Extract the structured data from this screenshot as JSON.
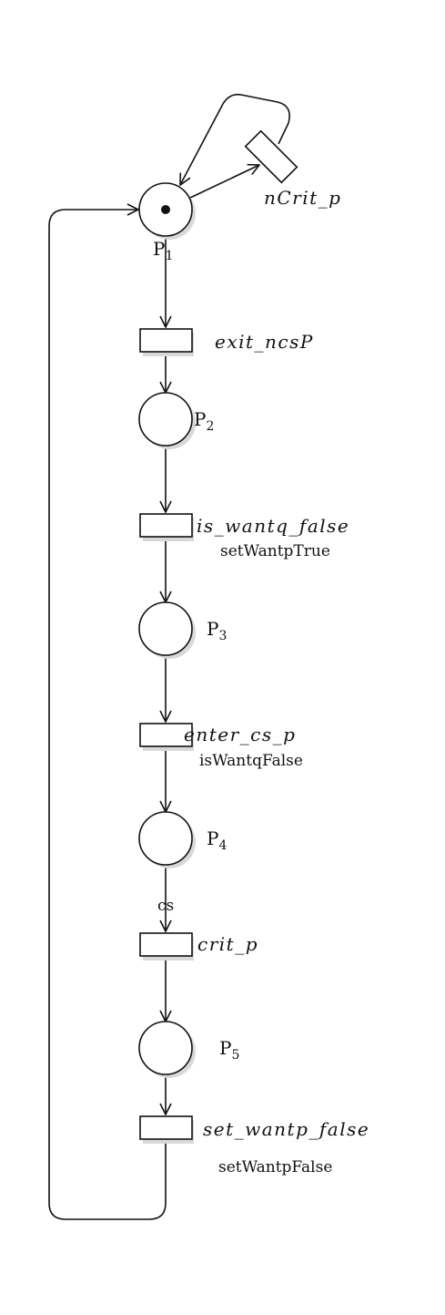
{
  "diagram": {
    "type": "petri-net",
    "places": [
      {
        "id": "P1",
        "base": "P",
        "sub": "1",
        "tokens": 1
      },
      {
        "id": "P2",
        "base": "P",
        "sub": "2",
        "tokens": 0
      },
      {
        "id": "P3",
        "base": "P",
        "sub": "3",
        "tokens": 0
      },
      {
        "id": "P4",
        "base": "P",
        "sub": "4",
        "tokens": 0
      },
      {
        "id": "P5",
        "base": "P",
        "sub": "5",
        "tokens": 0
      }
    ],
    "transitions": [
      {
        "id": "nCrit_p",
        "name": "nCrit_p",
        "guard": ""
      },
      {
        "id": "exit_ncsP",
        "name": "exit_ncsP",
        "guard": ""
      },
      {
        "id": "is_wantq_false",
        "name": "is_wantq_false",
        "guard": "setWantpTrue"
      },
      {
        "id": "enter_cs_p",
        "name": "enter_cs_p",
        "guard": "isWantqFalse"
      },
      {
        "id": "crit_p",
        "name": "crit_p",
        "guard": ""
      },
      {
        "id": "set_wantp_false",
        "name": "set_wantp_false",
        "guard": "setWantpFalse"
      }
    ],
    "arc_labels": [
      {
        "from": "P4",
        "to": "crit_p",
        "label": "cs"
      }
    ],
    "arcs": [
      {
        "from": "P1",
        "to": "nCrit_p"
      },
      {
        "from": "nCrit_p",
        "to": "P1"
      },
      {
        "from": "P1",
        "to": "exit_ncsP"
      },
      {
        "from": "exit_ncsP",
        "to": "P2"
      },
      {
        "from": "P2",
        "to": "is_wantq_false"
      },
      {
        "from": "is_wantq_false",
        "to": "P3"
      },
      {
        "from": "P3",
        "to": "enter_cs_p"
      },
      {
        "from": "enter_cs_p",
        "to": "P4"
      },
      {
        "from": "P4",
        "to": "crit_p"
      },
      {
        "from": "crit_p",
        "to": "P5"
      },
      {
        "from": "P5",
        "to": "set_wantp_false"
      },
      {
        "from": "set_wantp_false",
        "to": "P1"
      }
    ]
  }
}
